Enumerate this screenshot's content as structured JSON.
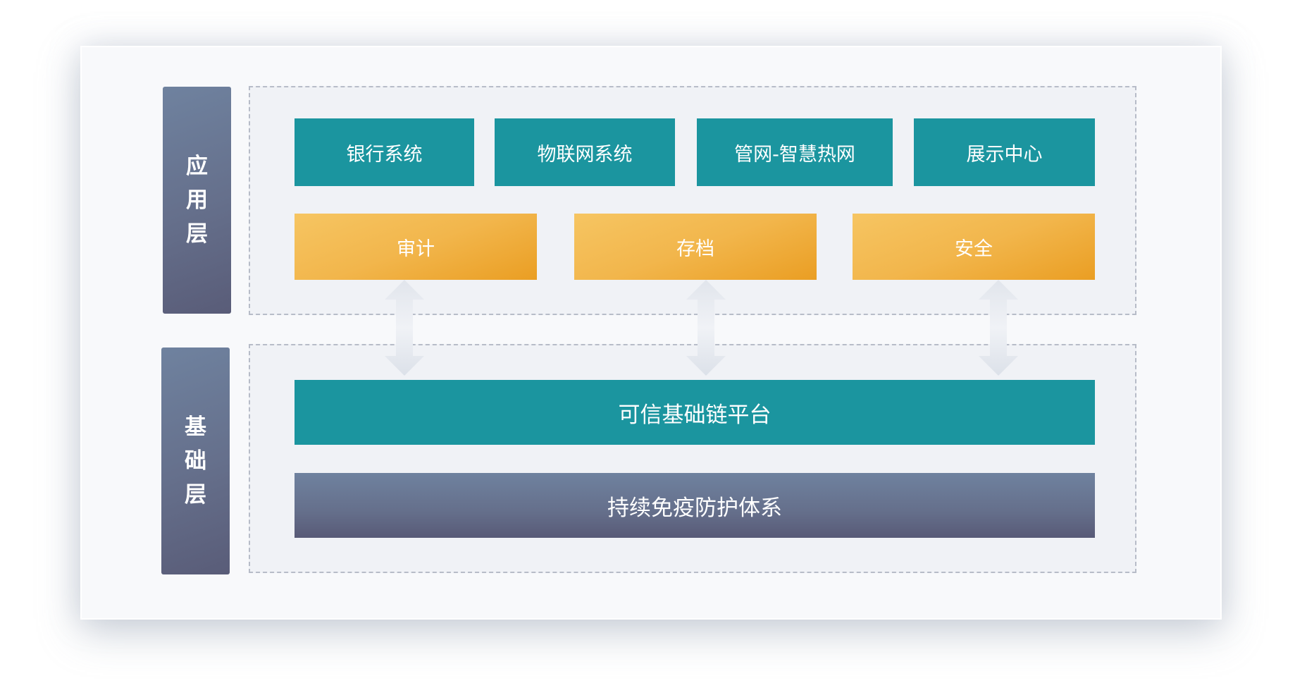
{
  "layers": {
    "application": {
      "label_chars": [
        "应",
        "用",
        "层"
      ],
      "systems": [
        "银行系统",
        "物联网系统",
        "管网-智慧热网",
        "展示中心"
      ],
      "services": [
        "审计",
        "存档",
        "安全"
      ]
    },
    "foundation": {
      "label_chars": [
        "基",
        "础",
        "层"
      ],
      "platform": "可信基础链平台",
      "protection": "持续免疫防护体系"
    }
  },
  "colors": {
    "teal": "#1b959f",
    "orange": "#f2b64c",
    "slate": "#656f8b",
    "zone_border": "#b7bcc8"
  },
  "icons": [
    "double-arrow-icon",
    "double-arrow-icon",
    "double-arrow-icon"
  ]
}
